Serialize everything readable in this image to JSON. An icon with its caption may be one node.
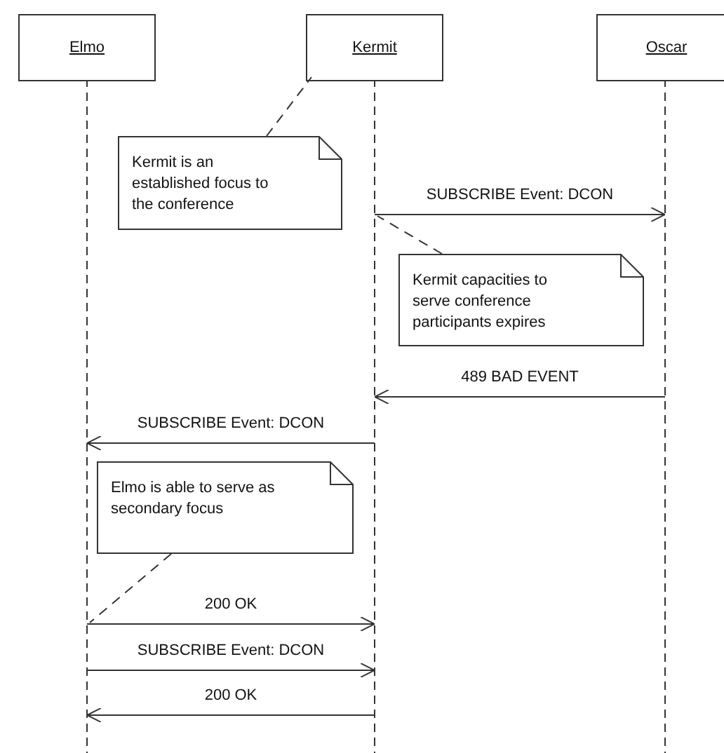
{
  "diagram": {
    "nodes": [
      {
        "text": [
          "Elmo"
        ]
      },
      {
        "text": [
          "Kermit"
        ]
      },
      {
        "text": [
          "Oscar"
        ]
      },
      {
        "text": [
          "Kermit is an established focus to the conference"
        ]
      },
      {
        "text": [
          "Kermit capacities to serve conference participants expires"
        ]
      },
      {
        "text": [
          "Elmo is able to serve as secondary focus"
        ]
      }
    ],
    "edges": [
      {
        "from": 3,
        "to": 1,
        "arrow": "none",
        "style": "dashed"
      },
      {
        "from": 1,
        "to": 2,
        "arrow": "to",
        "label": "SUBSCRIBE Event: DCON"
      },
      {
        "from": 4,
        "to": 1,
        "arrow": "none",
        "style": "dashed"
      },
      {
        "from": 2,
        "to": 1,
        "arrow": "to",
        "label": "489 BAD EVENT"
      },
      {
        "from": 1,
        "to": 0,
        "arrow": "to",
        "label": "SUBSCRIBE Event: DCON"
      },
      {
        "from": 5,
        "to": 0,
        "arrow": "none",
        "style": "dashed"
      },
      {
        "from": 0,
        "to": 1,
        "arrow": "to",
        "label": "200 OK"
      },
      {
        "from": 0,
        "to": 1,
        "arrow": "to",
        "label": "SUBSCRIBE Event: DCON"
      },
      {
        "from": 1,
        "to": 0,
        "arrow": "to",
        "label": "200 OK"
      }
    ]
  }
}
